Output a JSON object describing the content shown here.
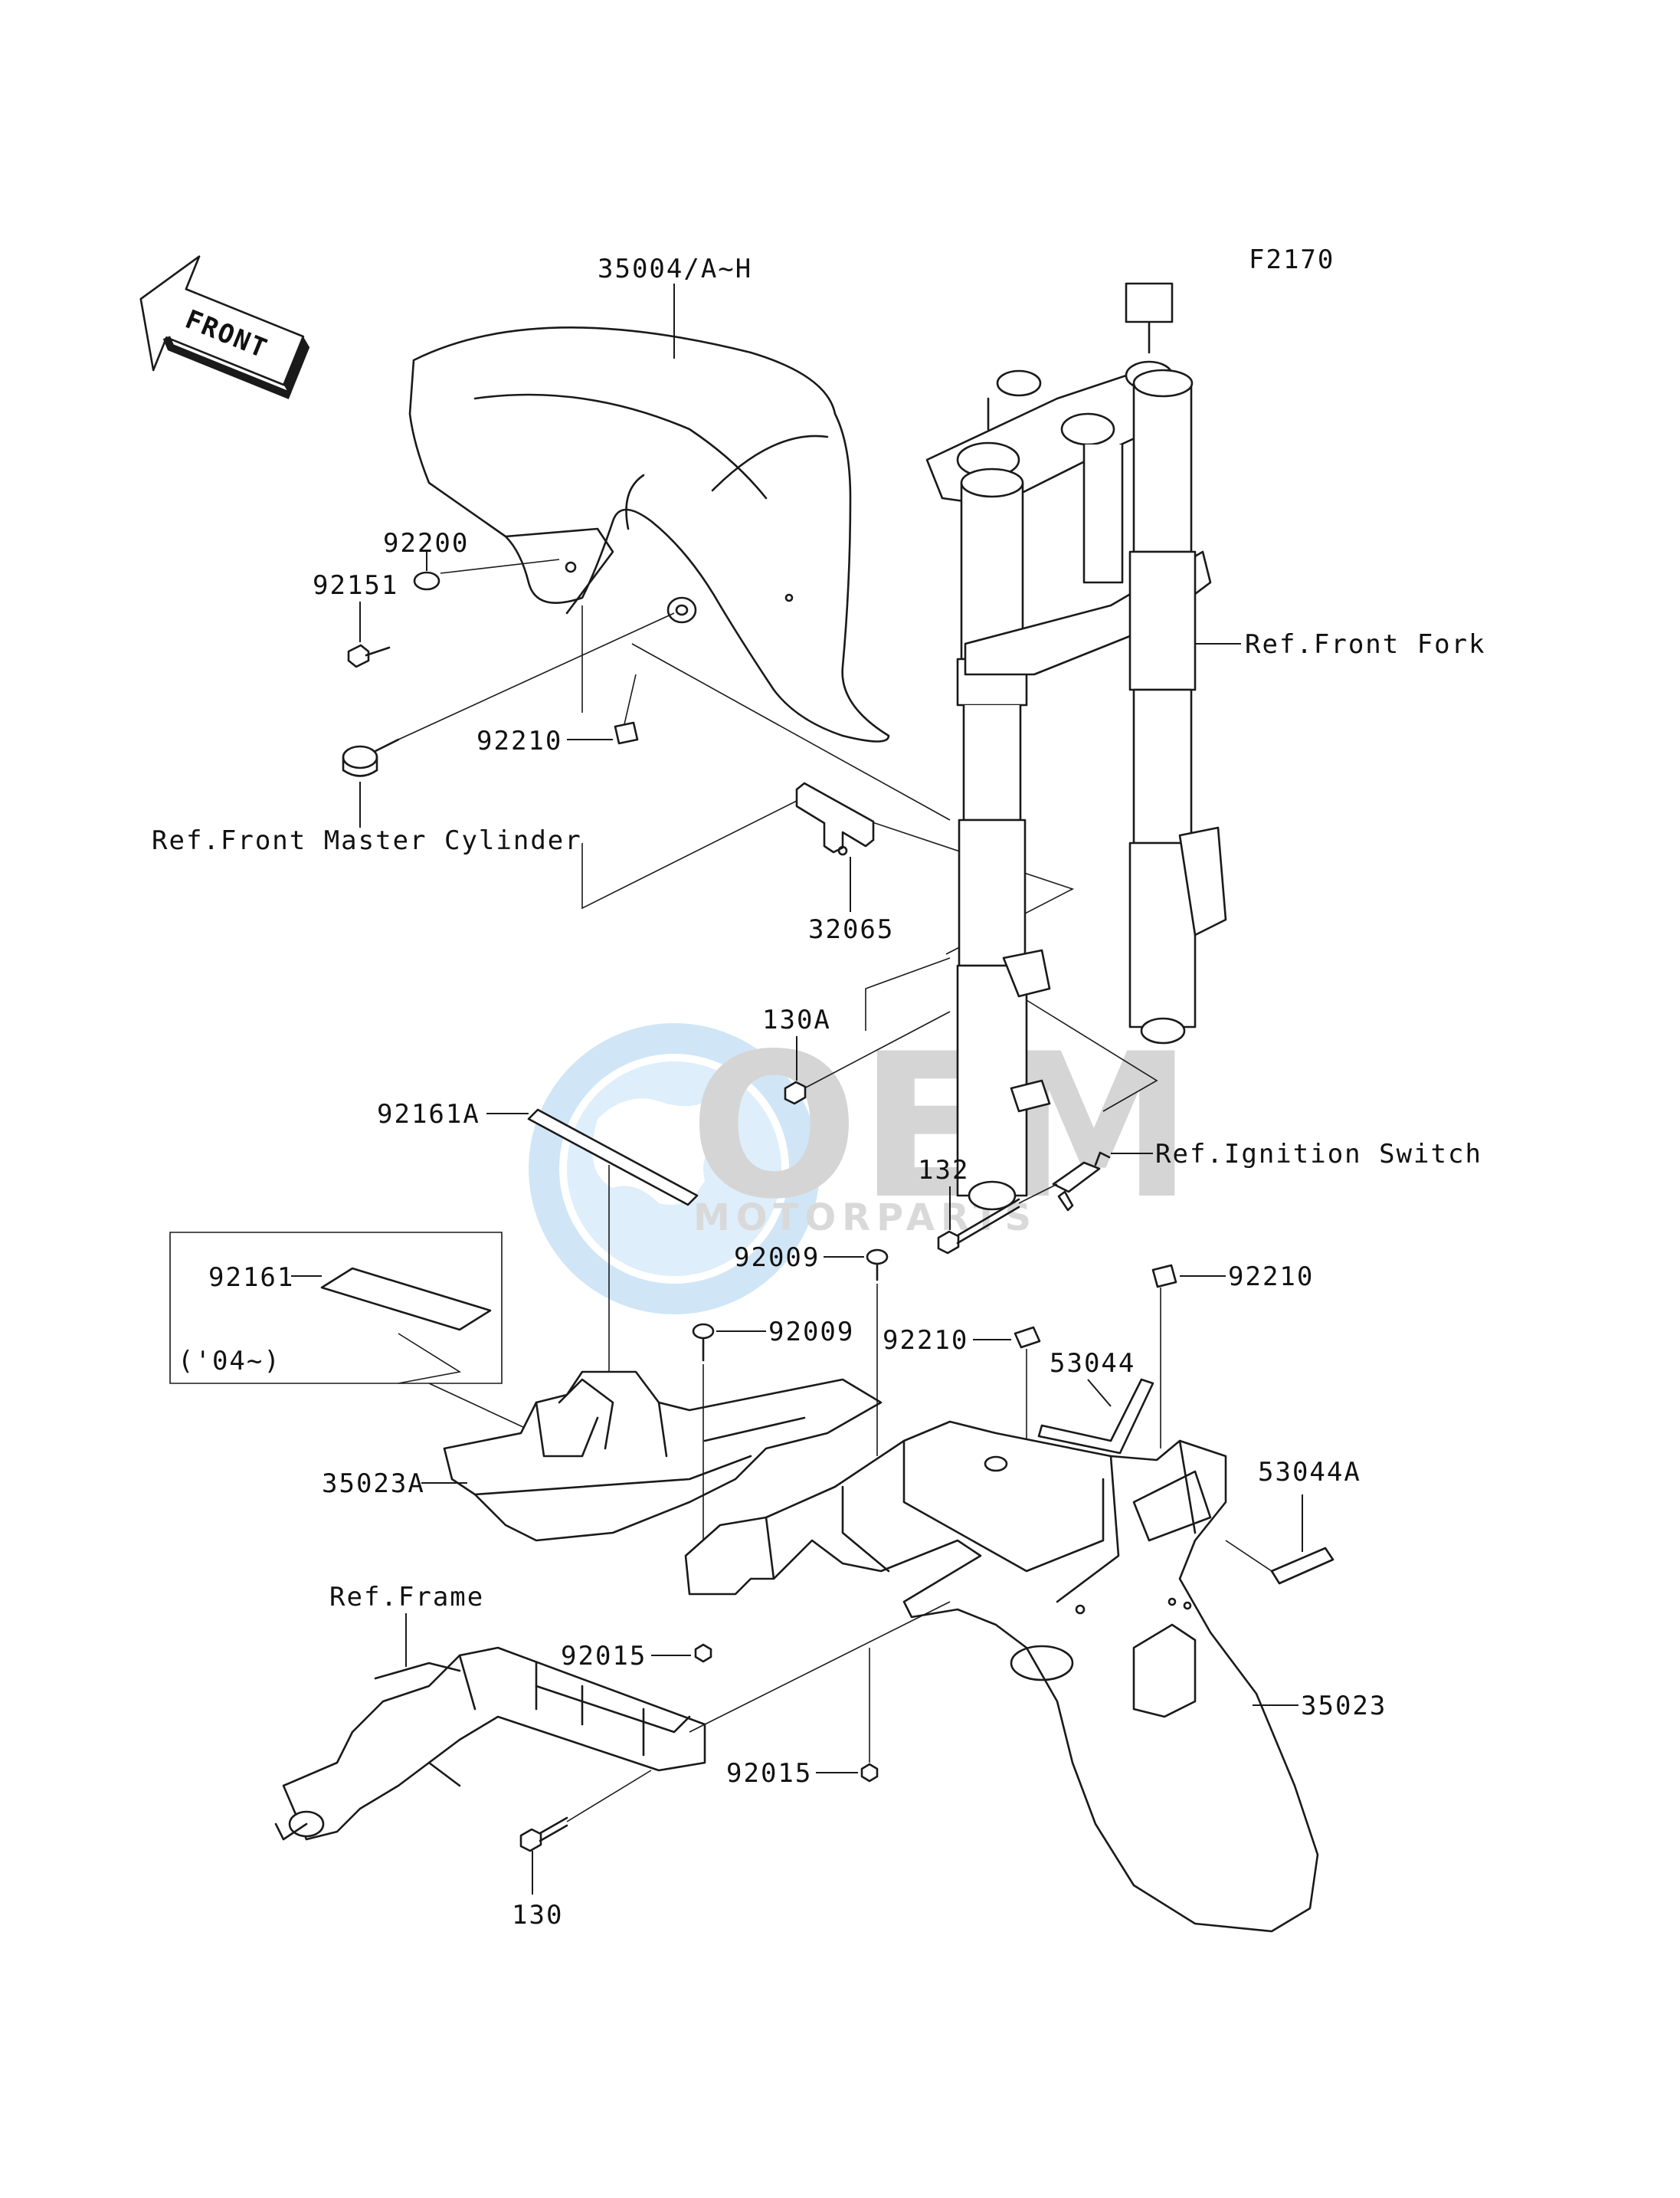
{
  "diagram_code": "F2170",
  "front_badge": "FRONT",
  "labels": {
    "front_fender": "35004/A~H",
    "washer": "92200",
    "bolt_92151": "92151",
    "nut_92210_a": "92210",
    "front_master_cylinder": "Ref.Front Master Cylinder",
    "bracket_32065": "32065",
    "front_fork": "Ref.Front Fork",
    "bolt_130A": "130A",
    "pad_92161A": "92161A",
    "bolt_132": "132",
    "ignition_switch": "Ref.Ignition Switch",
    "pad_92161": "92161",
    "year_note": "('04~)",
    "screw_92009_a": "92009",
    "screw_92009_b": "92009",
    "nut_92210_b": "92210",
    "nut_92210_c": "92210",
    "wrench_53044": "53044",
    "tube_53044A": "53044A",
    "cover_35023A": "35023A",
    "frame": "Ref.Frame",
    "nut_92015_a": "92015",
    "nut_92015_b": "92015",
    "rear_fender": "35023",
    "bolt_130": "130"
  },
  "watermark": {
    "brand": "OEM",
    "sub": "MOTORPARTS"
  }
}
